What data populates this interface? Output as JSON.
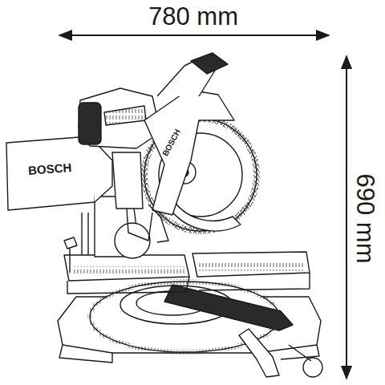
{
  "diagram": {
    "labels": [
      "780 mm",
      "690 mm",
      "BOSCH",
      "BOSCH"
    ]
  }
}
